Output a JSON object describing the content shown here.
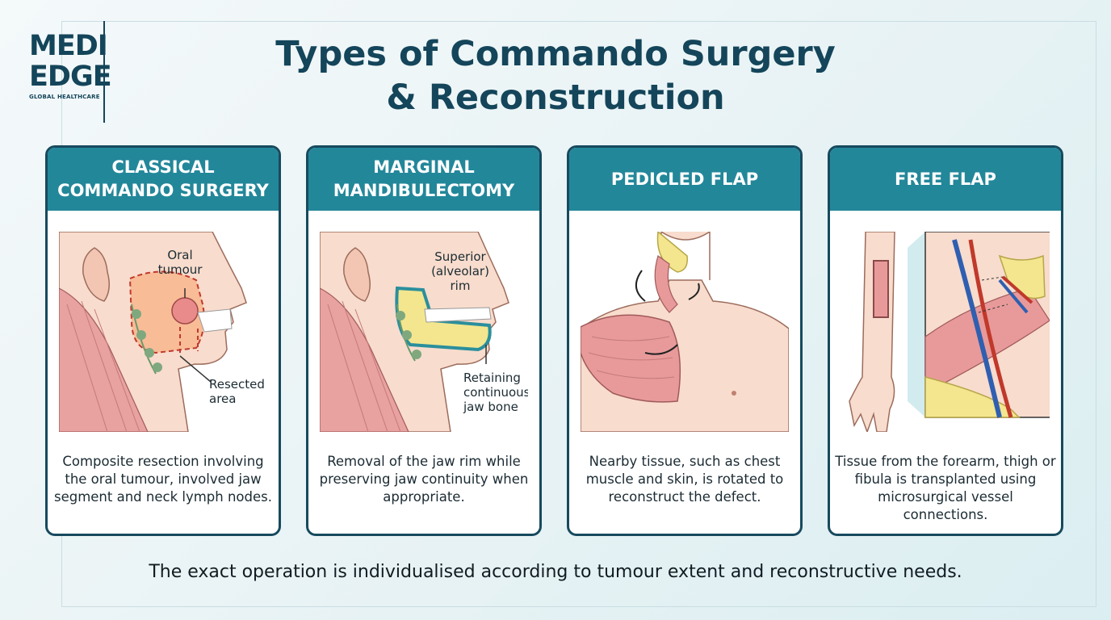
{
  "logo": {
    "line1": "MEDI",
    "line2": "EDGE",
    "line3": "GLOBAL HEALTHCARE"
  },
  "title": {
    "line1": "Types of Commando Surgery",
    "line2": "& Reconstruction"
  },
  "cards": [
    {
      "title": "CLASSICAL\nCOMMANDO SURGERY",
      "labels": [
        "Oral",
        "tumour",
        "Resected",
        "area"
      ],
      "description": "Composite resection involving the oral tumour, involved jaw segment and neck lymph nodes."
    },
    {
      "title": "MARGINAL\nMANDIBULECTOMY",
      "labels": [
        "Superior",
        "(alveolar)",
        "rim",
        "Retaining",
        "continuous",
        "jaw bone"
      ],
      "description": "Removal of the jaw rim while preserving jaw continuity when appropriate."
    },
    {
      "title": "PEDICLED FLAP",
      "labels": [],
      "description": "Nearby tissue, such as chest muscle and skin, is rotated to reconstruct the defect."
    },
    {
      "title": "FREE FLAP",
      "labels": [],
      "description": "Tissue from the forearm, thigh or fibula is transplanted using microsurgical vessel connections."
    }
  ],
  "footer": "The exact operation is individualised according to tumour extent and reconstructive needs.",
  "colors": {
    "accent": "#23879a",
    "border": "#174a5e",
    "skin": "#f7d7c8",
    "muscle": "#e89a9a",
    "bone": "#f2e38a"
  }
}
